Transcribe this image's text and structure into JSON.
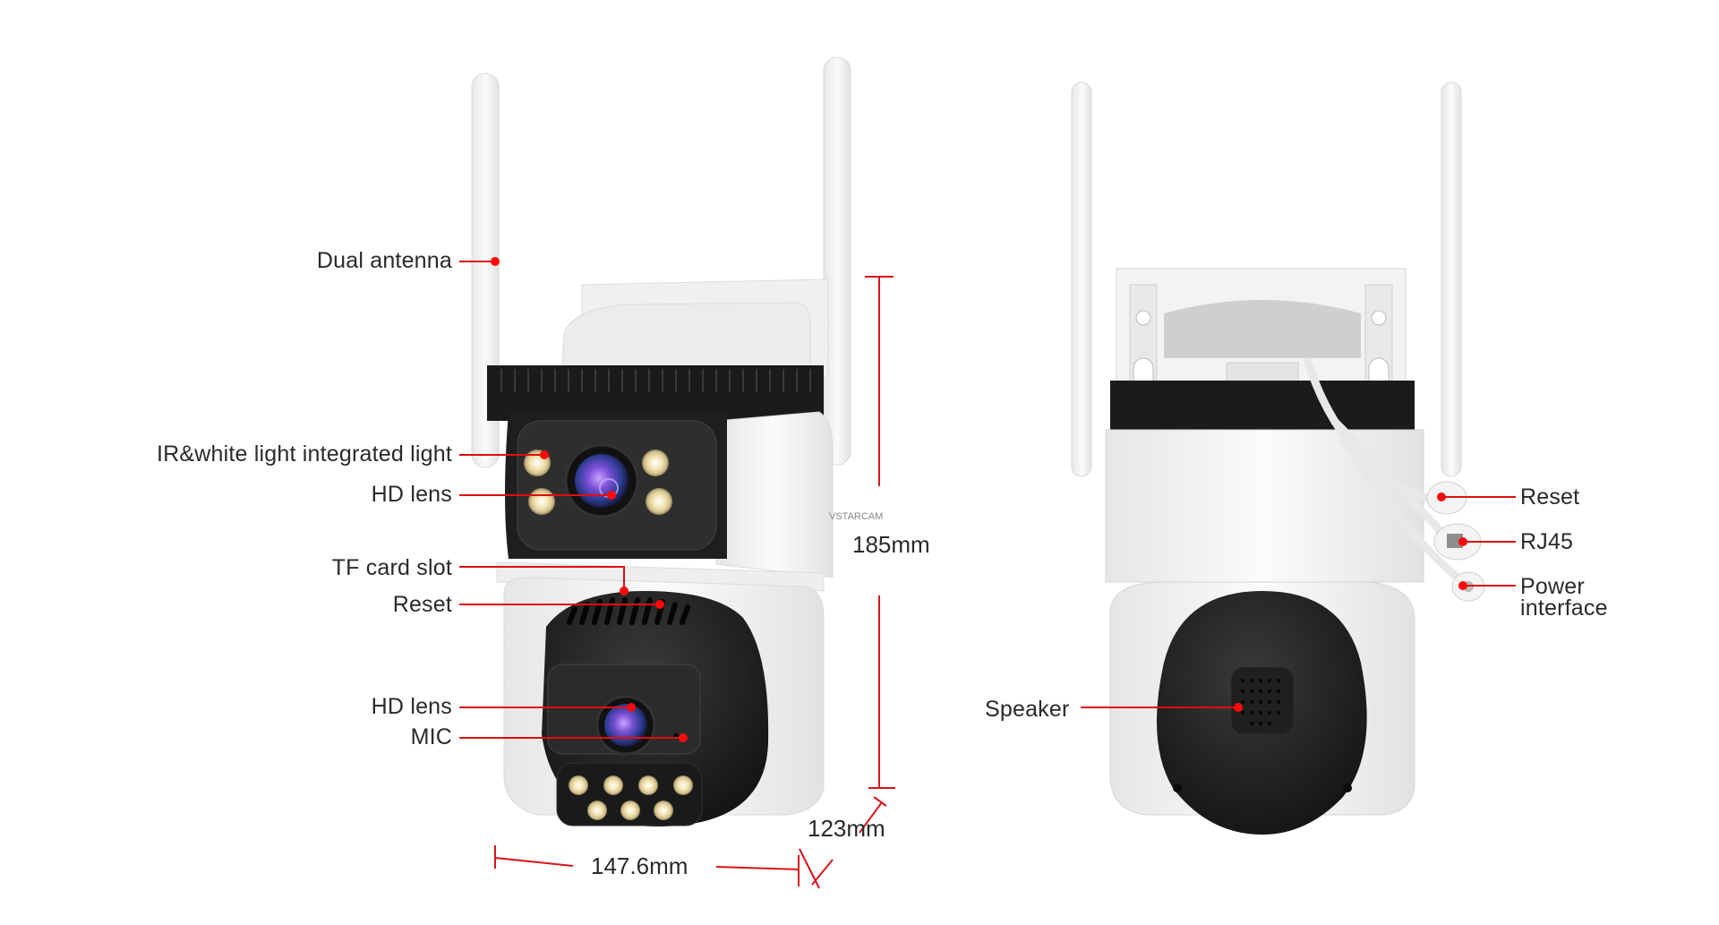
{
  "colors": {
    "background": "#ffffff",
    "leader_line": "#e10d0d",
    "leader_dot": "#ff0a0a",
    "label_text": "#2a2a2a",
    "camera_white": "#f2f2f2",
    "camera_black": "#1c1c1c",
    "lens_purple": "#7b4fd6"
  },
  "brand_logo_text": "VSTARCAM",
  "front_view": {
    "labels": {
      "dual_antenna": "Dual antenna",
      "ir_light": "IR&white light integrated light",
      "hd_lens_top": "HD lens",
      "tf_card_slot": "TF card slot",
      "reset": "Reset",
      "hd_lens_bottom": "HD lens",
      "mic": "MIC"
    },
    "dimensions": {
      "height": "185mm",
      "depth": "123mm",
      "width": "147.6mm"
    }
  },
  "back_view": {
    "labels": {
      "reset": "Reset",
      "rj45": "RJ45",
      "power_line1": "Power",
      "power_line2": "interface",
      "speaker": "Speaker"
    }
  }
}
